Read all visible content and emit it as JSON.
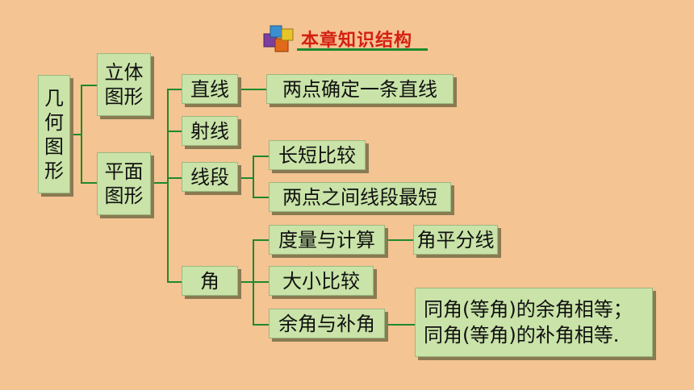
{
  "title": "本章知识结构",
  "nodes": {
    "root": [
      "几",
      "何",
      "图",
      "形"
    ],
    "solid": [
      "立体",
      "图形"
    ],
    "plane": [
      "平面",
      "图形"
    ],
    "line": "直线",
    "line_fact": "两点确定一条直线",
    "ray": "射线",
    "segment": "线段",
    "compare_length": "长短比较",
    "shortest": "两点之间线段最短",
    "angle": "角",
    "measure": "度量与计算",
    "bisector": "角平分线",
    "size_compare": "大小比较",
    "complement": "余角与补角",
    "complement_facts": [
      "同角(等角)的余角相等；",
      "同角(等角)的补角相等."
    ]
  }
}
